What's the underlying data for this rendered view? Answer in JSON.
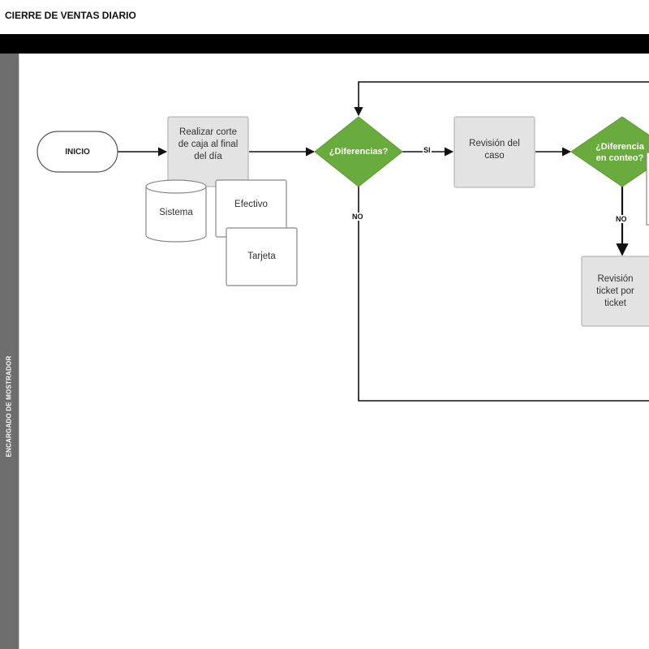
{
  "diagram": {
    "title": "CIERRE DE VENTAS DIARIO",
    "lane_label": "ENCARGADO DE MOSTRADOR",
    "nodes": {
      "inicio": "INICIO",
      "realizar_corte": "Realizar corte de caja al final del día",
      "sistema": "Sistema",
      "efectivo": "Efectivo",
      "tarjeta": "Tarjeta",
      "diferencias": "¿Diferencias?",
      "revision_caso": "Revisión del caso",
      "diferencia_conteo": "¿Diferencia en conteo?",
      "revision_ticket": "Revisión ticket por ticket"
    },
    "edge_labels": {
      "si": "SI",
      "no_1": "NO",
      "no_2": "NO"
    },
    "colors": {
      "decision": "#6aab3e",
      "process": "#e3e3e3",
      "stroke": "#8a8a8a",
      "lane": "#6e6e6e",
      "header": "#000000"
    }
  }
}
